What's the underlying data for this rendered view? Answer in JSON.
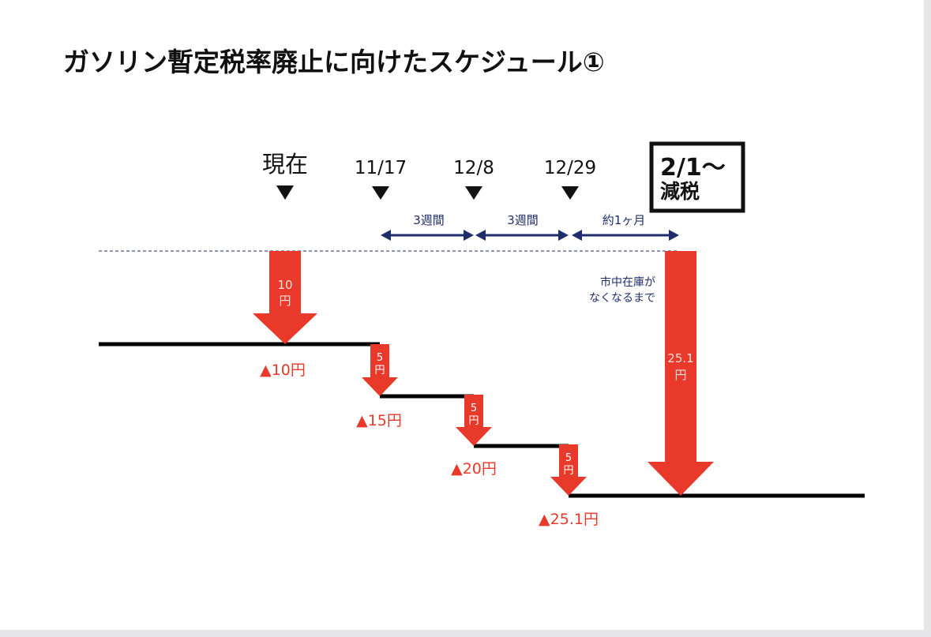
{
  "title": "ガソリン暫定税率廃止に向けたスケジュール①",
  "timeline": {
    "now_label": "現在",
    "dates": [
      "11/17",
      "12/8",
      "12/29"
    ],
    "final_box": {
      "line1": "2/1～",
      "line2": "減税"
    },
    "spans": [
      "3週間",
      "3週間",
      "約1ヶ月"
    ]
  },
  "arrows": {
    "first": {
      "value": "10",
      "unit": "円"
    },
    "steps": [
      {
        "value": "5",
        "unit": "円"
      },
      {
        "value": "5",
        "unit": "円"
      },
      {
        "value": "5",
        "unit": "円"
      }
    ],
    "final": {
      "value": "25.1",
      "unit": "円"
    }
  },
  "note": {
    "line1": "市中在庫が",
    "line2": "なくなるまで"
  },
  "cumulative_cuts": [
    "▲10円",
    "▲15円",
    "▲20円",
    "▲25.1円"
  ],
  "colors": {
    "red": "#e8392a",
    "navy": "#1f2d6b",
    "black": "#000000"
  }
}
